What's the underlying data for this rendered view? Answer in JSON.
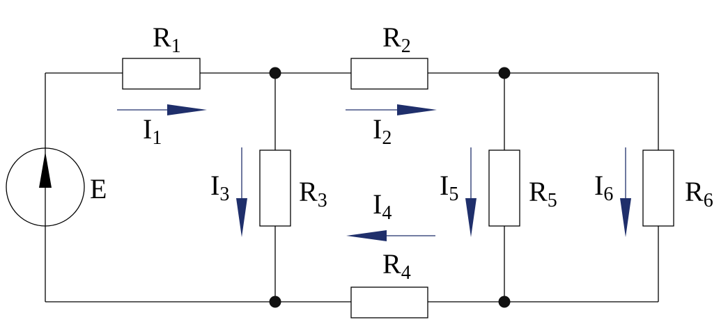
{
  "colors": {
    "wire": "#000000",
    "arrow": "#1f2f6b",
    "background": "#ffffff"
  },
  "source": {
    "label": "E"
  },
  "resistors": [
    {
      "main": "R",
      "sub": "1"
    },
    {
      "main": "R",
      "sub": "2"
    },
    {
      "main": "R",
      "sub": "3"
    },
    {
      "main": "R",
      "sub": "4"
    },
    {
      "main": "R",
      "sub": "5"
    },
    {
      "main": "R",
      "sub": "6"
    }
  ],
  "currents": [
    {
      "main": "I",
      "sub": "1"
    },
    {
      "main": "I",
      "sub": "2"
    },
    {
      "main": "I",
      "sub": "3"
    },
    {
      "main": "I",
      "sub": "4"
    },
    {
      "main": "I",
      "sub": "5"
    },
    {
      "main": "I",
      "sub": "6"
    }
  ]
}
